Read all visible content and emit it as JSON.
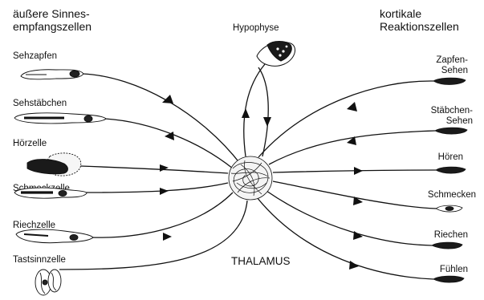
{
  "headings": {
    "left": [
      "äußere Sinnes-",
      "empfangszellen"
    ],
    "right": [
      "kortikale",
      "Reaktionszellen"
    ]
  },
  "center": {
    "hypophyse": "Hypophyse",
    "thalamus": "THALAMUS"
  },
  "receptor_cells": [
    "Sehzapfen",
    "Sehstäbchen",
    "Hörzelle",
    "Schmeckzelle",
    "Riechzelle",
    "Tastsinnzelle"
  ],
  "cortical_cells": [
    [
      "Zapfen-",
      "Sehen"
    ],
    [
      "Stäbchen-",
      "Sehen"
    ],
    [
      "Hören"
    ],
    [
      "Schmecken"
    ],
    [
      "Riechen"
    ],
    [
      "Fühlen"
    ]
  ]
}
